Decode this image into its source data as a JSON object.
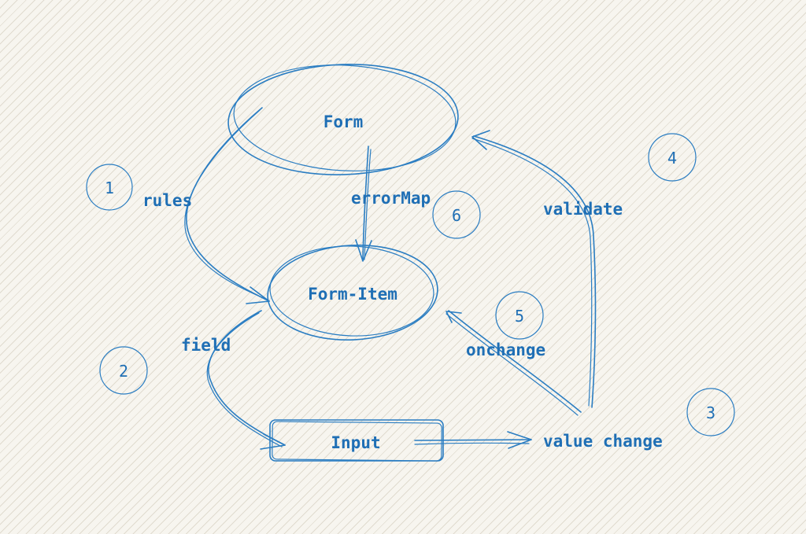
{
  "nodes": {
    "form": "Form",
    "form_item": "Form-Item",
    "input": "Input"
  },
  "edges": {
    "rules": "rules",
    "error_map": "errorMap",
    "field": "field",
    "value_change": "value change",
    "validate": "validate",
    "onchange": "onchange"
  },
  "steps": [
    "1",
    "2",
    "3",
    "4",
    "5",
    "6"
  ],
  "colors": {
    "ink": "#2a7dc2",
    "label": "#1f6fb5",
    "background": "#f7f5ef"
  }
}
